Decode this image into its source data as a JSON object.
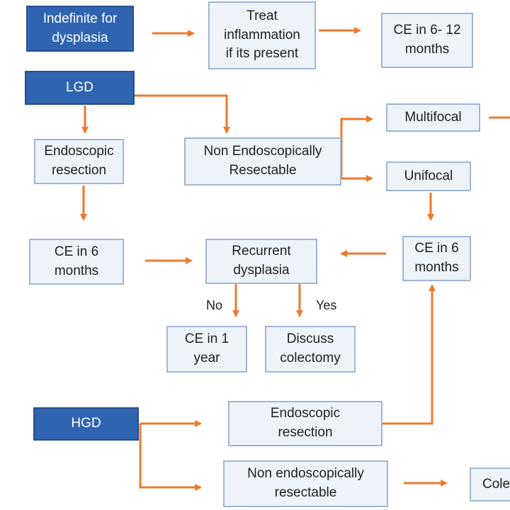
{
  "nodes": {
    "indefinite": "Indefinite for\ndysplasia",
    "treat_inflammation": "Treat\ninflammation\nif its present",
    "ce_6_12": "CE in 6- 12\nmonths",
    "lgd": "LGD",
    "multifocal": "Multifocal",
    "unifocal": "Unifocal",
    "endo_resection_lgd": "Endoscopic\nresection",
    "non_endo_lgd": "Non Endoscopically\nResectable",
    "ce_6_left": "CE in 6\nmonths",
    "recurrent": "Recurrent\ndysplasia",
    "ce_6_right": "CE in 6\nmonths",
    "ce_1_year": "CE  in 1\nyear",
    "discuss_colectomy": "Discuss\ncolectomy",
    "hgd": "HGD",
    "endo_resection_hgd": "Endoscopic\nresection",
    "non_endo_hgd": "Non endoscopically\nresectable",
    "colectomy": "Cole"
  },
  "labels": {
    "no": "No",
    "yes": "Yes"
  },
  "colors": {
    "arrow": "#ec7a2c",
    "dark_box": "#2f65b0",
    "light_box": "#eef3fa",
    "light_border": "#9fb6d6"
  }
}
